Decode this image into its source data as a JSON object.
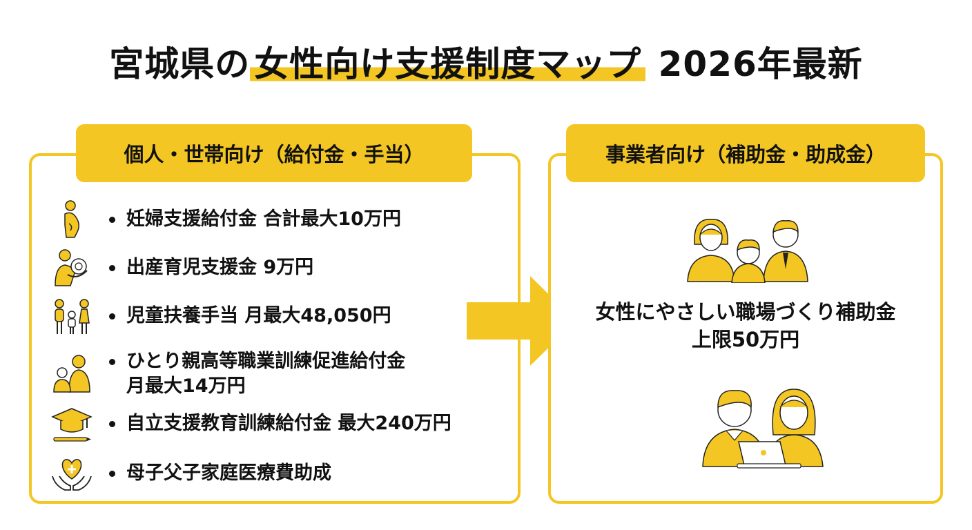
{
  "title": {
    "pre": "宮城県の",
    "highlight": "女性向け支援制度マップ",
    "post": " 2026年最新"
  },
  "left_panel": {
    "header": "個人・世帯向け（給付金・手当）",
    "items": [
      {
        "icon": "pregnant-woman-icon",
        "text": "妊婦支援給付金 合計最大10万円"
      },
      {
        "icon": "mother-baby-icon",
        "text": "出産育児支援金 9万円"
      },
      {
        "icon": "family-icon",
        "text": "児童扶養手当 月最大48,050円"
      },
      {
        "icon": "single-parent-icon",
        "line1": "ひとり親高等職業訓練促進給付金",
        "line2": "月最大14万円"
      },
      {
        "icon": "graduation-cap-icon",
        "text": "自立支援教育訓練給付金 最大240万円"
      },
      {
        "icon": "heart-hands-icon",
        "text": "母子父子家庭医療費助成"
      }
    ]
  },
  "right_panel": {
    "header": "事業者向け（補助金・助成金）",
    "line1": "女性にやさしい職場づくり補助金",
    "line2": "上限50万円"
  },
  "colors": {
    "accent": "#F3C623",
    "text": "#111111"
  }
}
